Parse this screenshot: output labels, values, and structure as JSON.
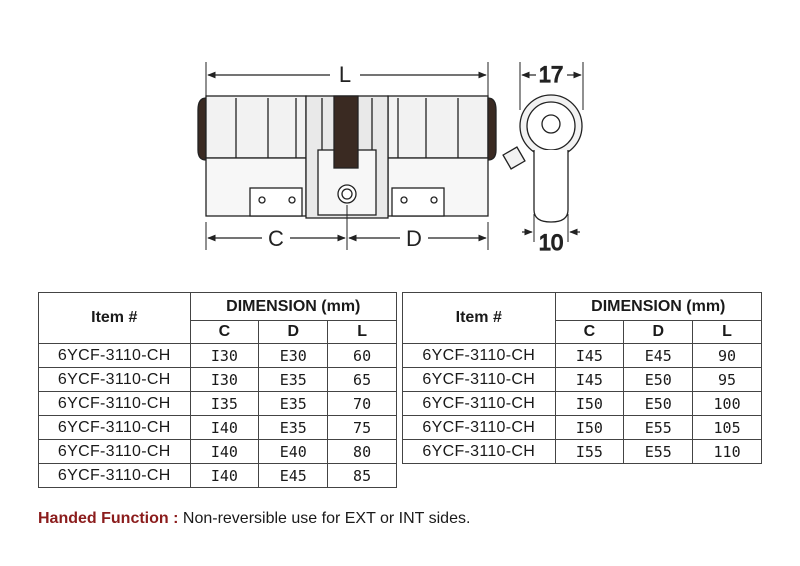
{
  "drawing": {
    "dim_L": "L",
    "dim_C": "C",
    "dim_D": "D",
    "dim_width": "17",
    "dim_bottom": "10"
  },
  "tables": [
    {
      "item_header": "Item #",
      "dimension_header": "DIMENSION (mm)",
      "cols": [
        "C",
        "D",
        "L"
      ],
      "rows": [
        {
          "item": "6YCF-3110-CH",
          "c": "I30",
          "d": "E30",
          "l": "60"
        },
        {
          "item": "6YCF-3110-CH",
          "c": "I30",
          "d": "E35",
          "l": "65"
        },
        {
          "item": "6YCF-3110-CH",
          "c": "I35",
          "d": "E35",
          "l": "70"
        },
        {
          "item": "6YCF-3110-CH",
          "c": "I40",
          "d": "E35",
          "l": "75"
        },
        {
          "item": "6YCF-3110-CH",
          "c": "I40",
          "d": "E40",
          "l": "80"
        },
        {
          "item": "6YCF-3110-CH",
          "c": "I40",
          "d": "E45",
          "l": "85"
        }
      ]
    },
    {
      "item_header": "Item #",
      "dimension_header": "DIMENSION (mm)",
      "cols": [
        "C",
        "D",
        "L"
      ],
      "rows": [
        {
          "item": "6YCF-3110-CH",
          "c": "I45",
          "d": "E45",
          "l": "90"
        },
        {
          "item": "6YCF-3110-CH",
          "c": "I45",
          "d": "E50",
          "l": "95"
        },
        {
          "item": "6YCF-3110-CH",
          "c": "I50",
          "d": "E50",
          "l": "100"
        },
        {
          "item": "6YCF-3110-CH",
          "c": "I50",
          "d": "E55",
          "l": "105"
        },
        {
          "item": "6YCF-3110-CH",
          "c": "I55",
          "d": "E55",
          "l": "110"
        }
      ]
    }
  ],
  "note": {
    "label": "Handed Function :",
    "text": "Non-reversible use for EXT or INT sides."
  },
  "colors": {
    "note_label": "#8b1c1c",
    "line": "#222222",
    "body_fill": "#f2f2f2",
    "cam_fill": "#3a2a22"
  }
}
